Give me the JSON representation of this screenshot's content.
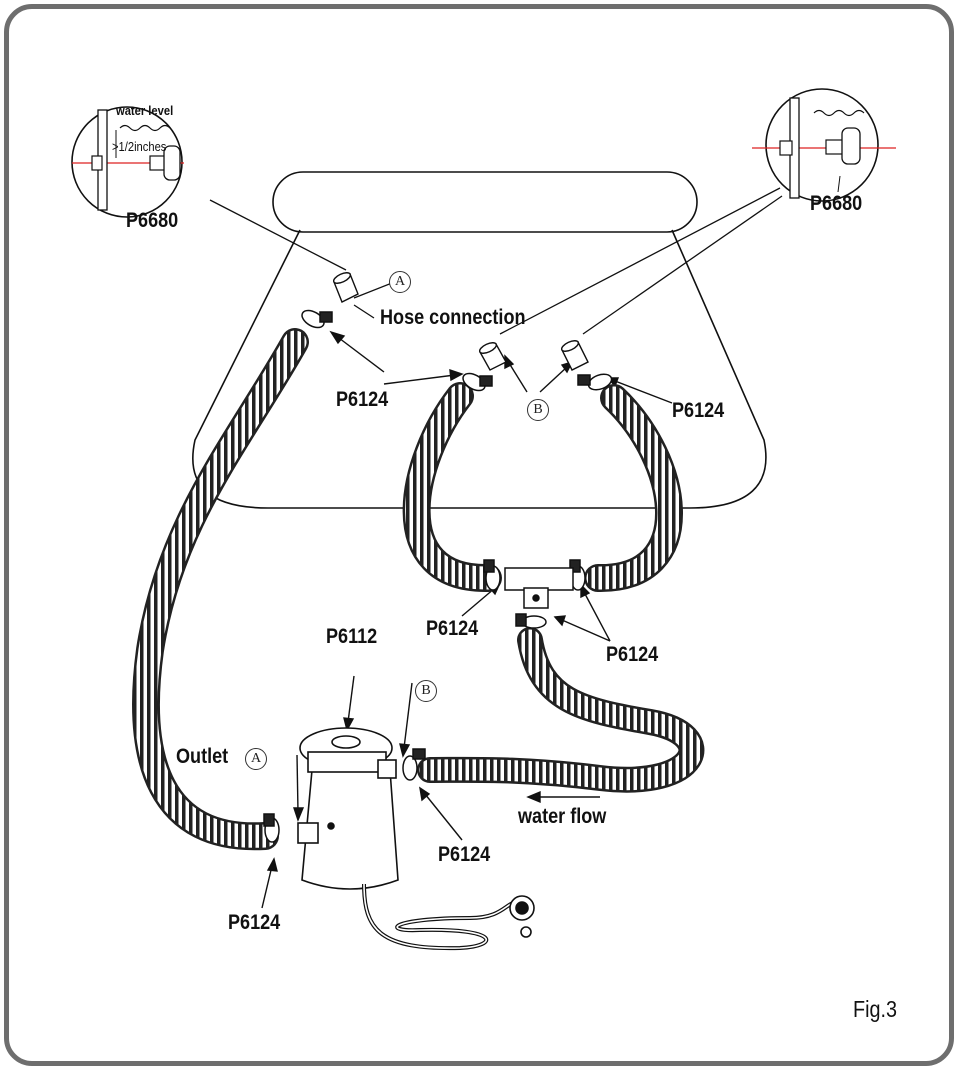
{
  "figure_label": "Fig.3",
  "parts": {
    "hose_clamp": "P6124",
    "strainer": "P6680",
    "pump": "P6112"
  },
  "labels": {
    "water_level": "water level",
    "depth": ">1/2inches",
    "hose_connection": "Hose connection",
    "outlet": "Outlet",
    "water_flow": "water flow"
  },
  "markers": {
    "a": "A",
    "b": "B"
  }
}
